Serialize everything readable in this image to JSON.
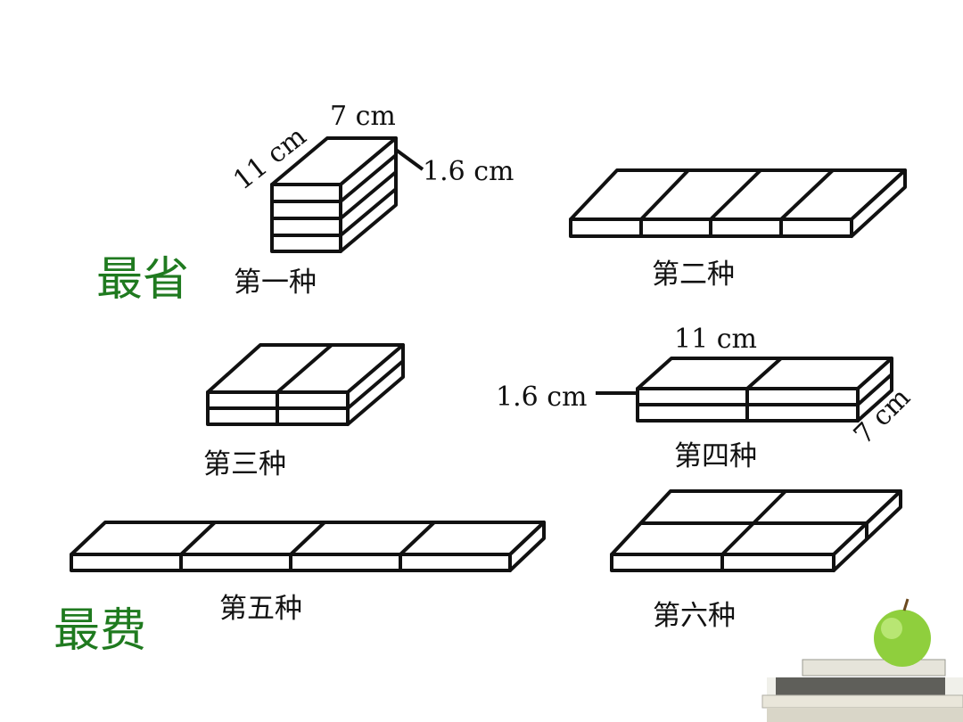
{
  "labels": {
    "least": "最省",
    "most": "最费",
    "opt1": "第一种",
    "opt2": "第二种",
    "opt3": "第三种",
    "opt4": "第四种",
    "opt5": "第五种",
    "opt6": "第六种"
  },
  "dims": {
    "length": "11 cm",
    "width": "7 cm",
    "thickness": "1.6 cm"
  },
  "colors": {
    "accent_green": "#1f7a1f",
    "stroke": "#111111"
  }
}
